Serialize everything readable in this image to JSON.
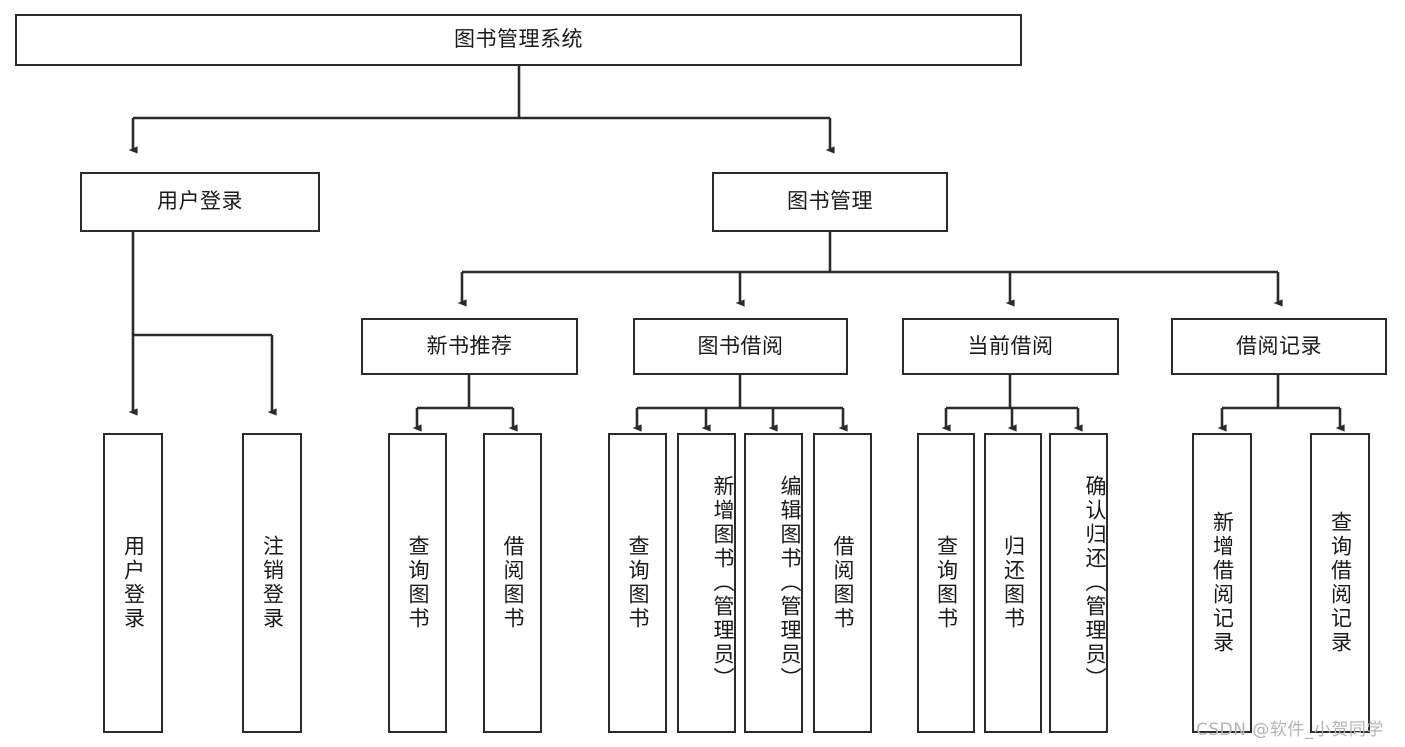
{
  "diagram": {
    "title": "图书管理系统",
    "type": "tree-hierarchy-diagram",
    "root": {
      "label": "图书管理系统"
    },
    "level2": [
      {
        "label": "用户登录"
      },
      {
        "label": "图书管理"
      }
    ],
    "level3": [
      {
        "label": "新书推荐"
      },
      {
        "label": "图书借阅"
      },
      {
        "label": "当前借阅"
      },
      {
        "label": "借阅记录"
      }
    ],
    "leaves": {
      "user_login": [
        {
          "label": "用户登录"
        },
        {
          "label": "注销登录"
        }
      ],
      "new_book_recommend": [
        {
          "label": "查询图书"
        },
        {
          "label": "借阅图书"
        }
      ],
      "book_borrow": [
        {
          "label": "查询图书"
        },
        {
          "label": "新增图书（管理员）"
        },
        {
          "label": "编辑图书（管理员）"
        },
        {
          "label": "借阅图书"
        }
      ],
      "current_borrow": [
        {
          "label": "查询图书"
        },
        {
          "label": "归还图书"
        },
        {
          "label": "确认归还（管理员）"
        }
      ],
      "borrow_record": [
        {
          "label": "新增借阅记录"
        },
        {
          "label": "查询借阅记录"
        }
      ]
    }
  },
  "watermark": {
    "text": "CSDN @软件_小贺同学"
  },
  "colors": {
    "stroke": "#2b2b2b",
    "background": "#ffffff",
    "text": "#1a1a1a",
    "watermark": "#b4b4b4"
  }
}
